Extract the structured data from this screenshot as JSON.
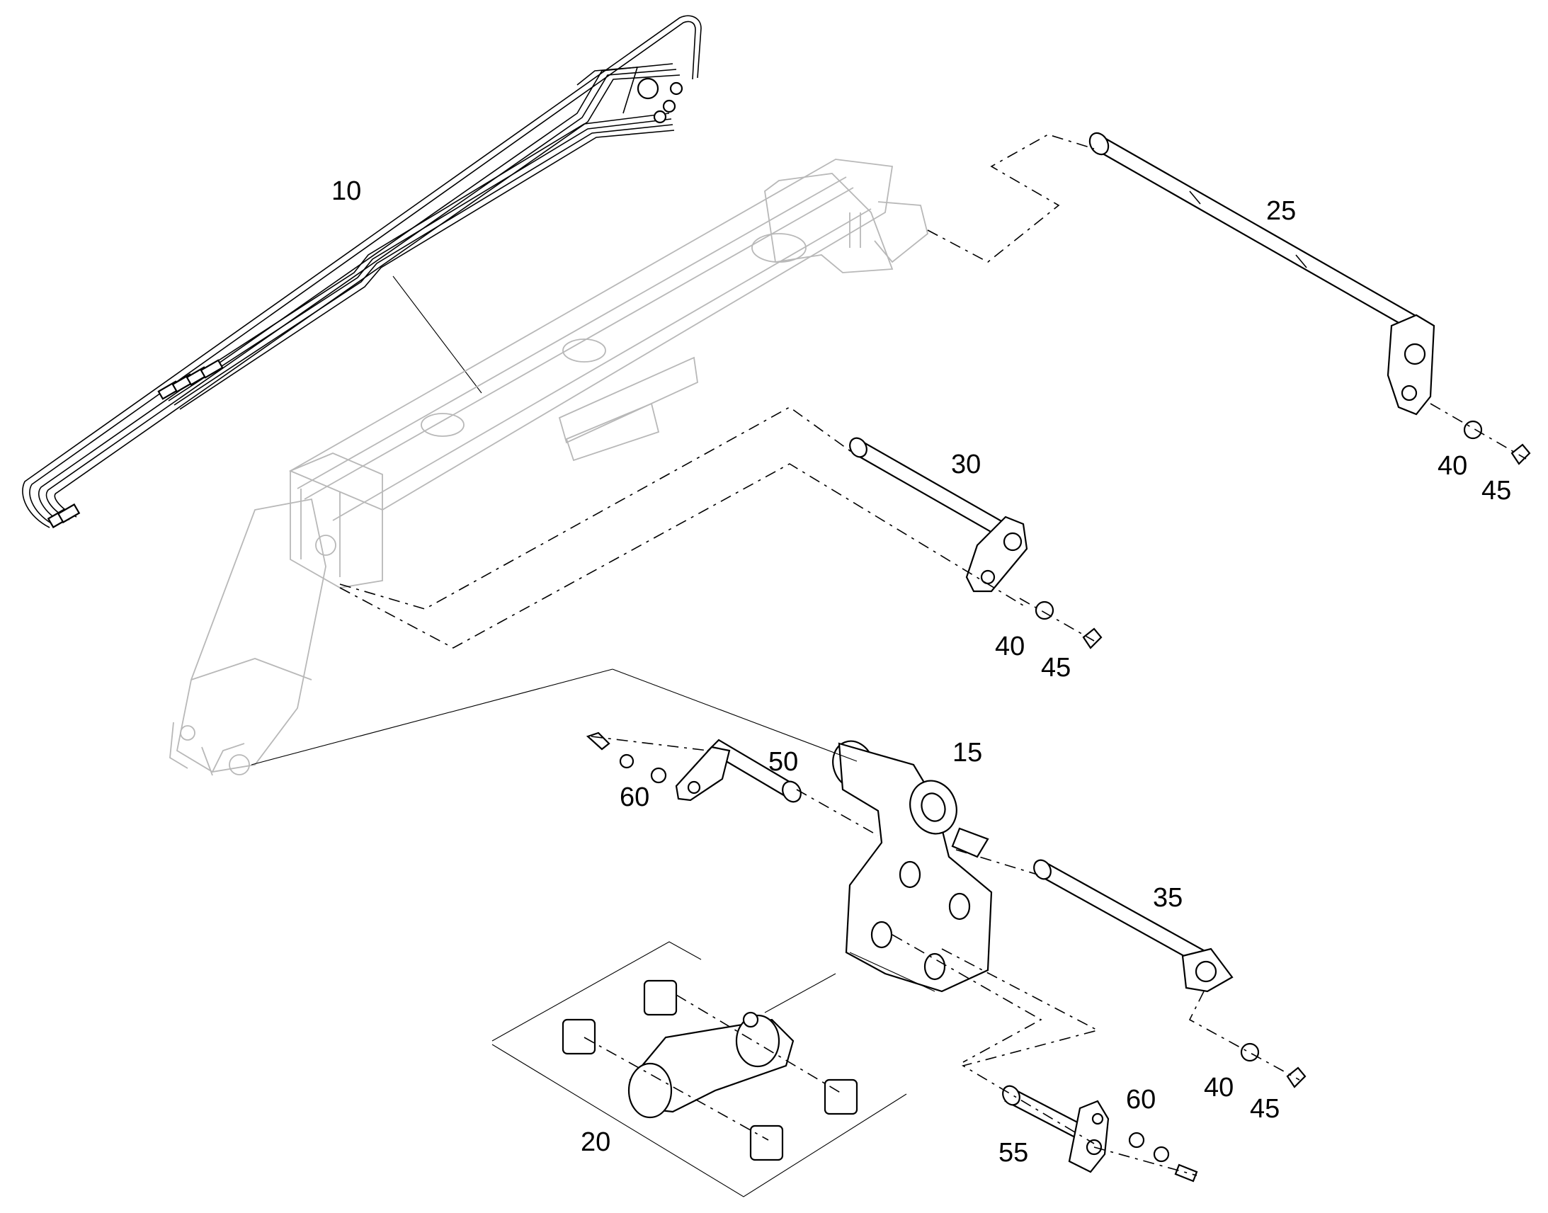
{
  "callouts": {
    "c10": "10",
    "c15": "15",
    "c20": "20",
    "c25": "25",
    "c30": "30",
    "c35": "35",
    "c40a": "40",
    "c40b": "40",
    "c40c": "40",
    "c45a": "45",
    "c45b": "45",
    "c45c": "45",
    "c50": "50",
    "c55": "55",
    "c60a": "60",
    "c60b": "60"
  }
}
